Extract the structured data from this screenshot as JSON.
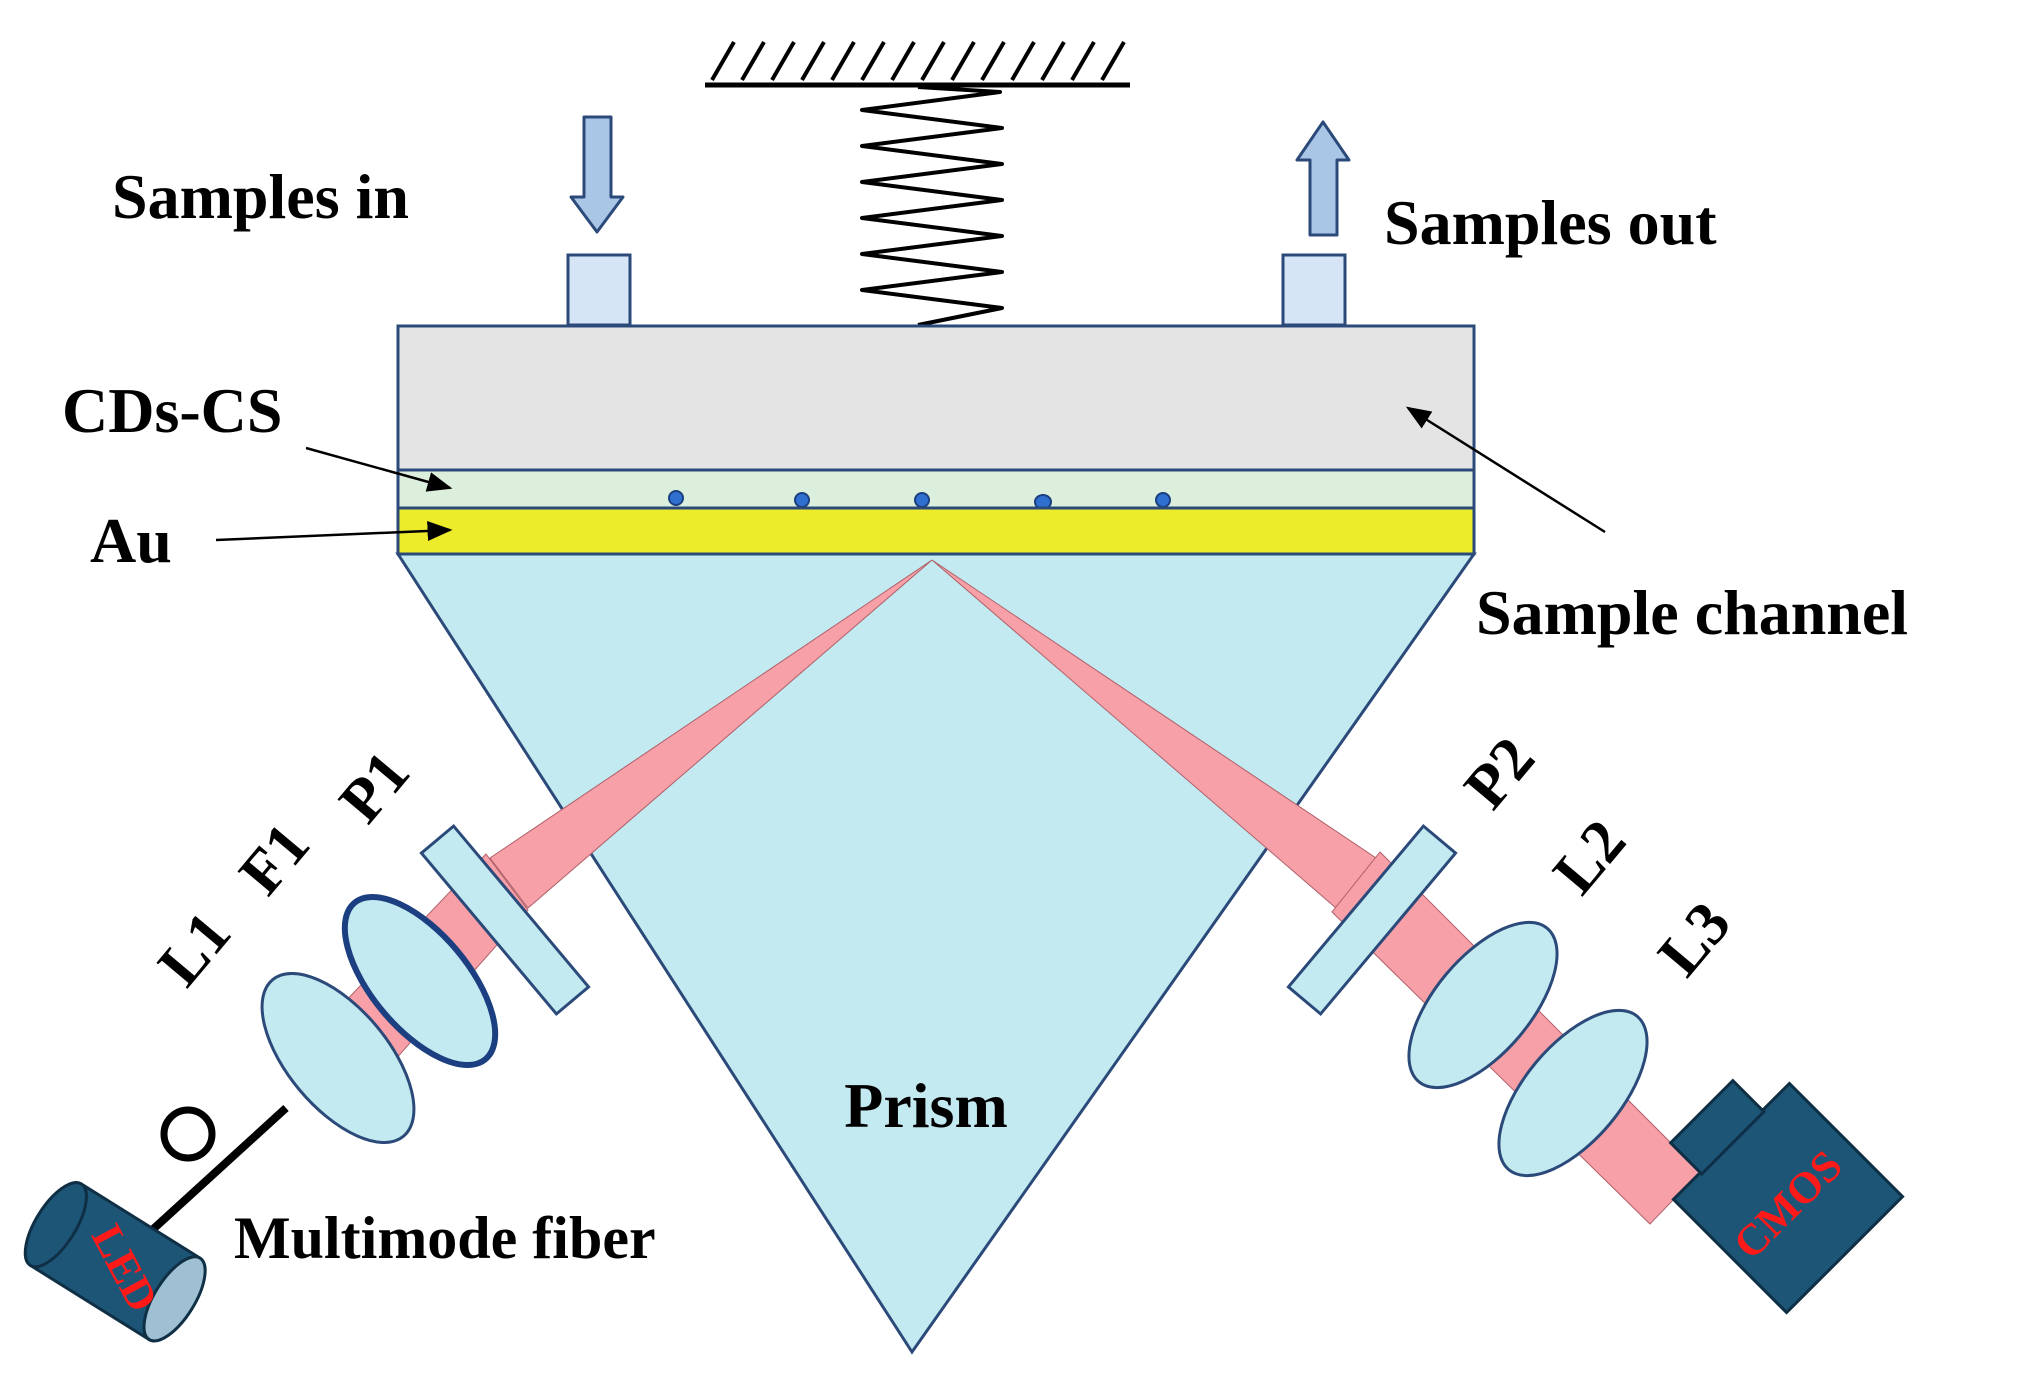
{
  "labels": {
    "samples_in": "Samples in",
    "samples_out": "Samples out",
    "cds_cs": "CDs-CS",
    "au": "Au",
    "sample_channel": "Sample channel",
    "prism": "Prism",
    "multimode_fiber": "Multimode fiber",
    "p1": "P1",
    "f1": "F1",
    "l1": "L1",
    "p2": "P2",
    "l2": "L2",
    "l3": "L3",
    "led": "LED",
    "cmos": "CMOS"
  },
  "colors": {
    "prism": "#c4eaf1",
    "channel": "#e4e4e4",
    "cds_layer": "#dcefdc",
    "gold_layer": "#ecec2a",
    "beam": "#f7a0a8",
    "optics": "#c4eaf1",
    "outline": "#2b4a7a",
    "device": "#1d5577",
    "device_text": "#ff1a1a",
    "arrow_fill": "#a9c6e6",
    "port": "#d6e5f6",
    "particle": "#2f6fcf"
  },
  "icons": [
    "spring-icon",
    "ground-hatch-icon",
    "down-arrow-icon",
    "up-arrow-icon",
    "fiber-loop-icon"
  ]
}
